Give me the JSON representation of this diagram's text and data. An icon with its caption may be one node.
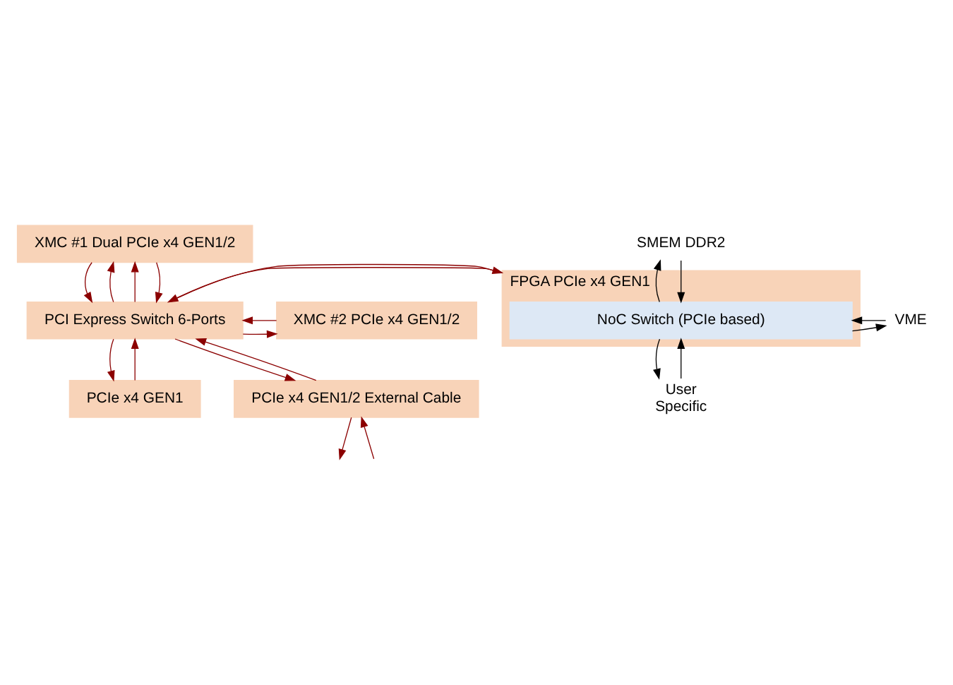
{
  "diagram": {
    "nodes": [
      {
        "text": [
          "XMC #1 Dual PCIe x4 GEN1/2"
        ]
      },
      {
        "text": [
          "XMC #2 PCIe x4 GEN1/2"
        ]
      },
      {
        "text": [
          "PCI Express Switch 6-Ports"
        ]
      },
      {
        "text": [
          "FPGA PCIe x4 GEN1"
        ]
      },
      {
        "text": [
          "NoC Switch (PCIe based)"
        ],
        "in": 3
      },
      {
        "text": [
          "PCIe x4 GEN1"
        ]
      },
      {
        "text": [
          "PCIe x4 GEN1/2 External Cable"
        ]
      },
      {
        "text": [
          "SMEM DDR2"
        ]
      },
      {
        "text": [
          "VME"
        ]
      },
      {
        "text": [
          "User",
          "Specific"
        ]
      }
    ],
    "edges": [
      {
        "from": 2,
        "to": 0,
        "arrow": "to"
      },
      {
        "from": 0,
        "to": 2,
        "arrow": "to"
      },
      {
        "from": 2,
        "to": 0,
        "arrow": "to"
      },
      {
        "from": 0,
        "to": 2,
        "arrow": "to"
      },
      {
        "from": 2,
        "to": 1,
        "arrow": "to"
      },
      {
        "from": 1,
        "to": 2,
        "arrow": "to"
      },
      {
        "from": 3,
        "to": 2,
        "arrow": "to"
      },
      {
        "from": 2,
        "to": 3,
        "arrow": "to"
      },
      {
        "from": 2,
        "to": 5,
        "arrow": "to"
      },
      {
        "from": 5,
        "to": 2,
        "arrow": "to"
      },
      {
        "from": 2,
        "to": 6,
        "arrow": "to"
      },
      {
        "from": 6,
        "to": 2,
        "arrow": "to"
      },
      {
        "from": 6,
        "to": null,
        "arrow": "to"
      },
      {
        "from": null,
        "to": 6,
        "arrow": "to"
      },
      {
        "from": 7,
        "to": 4,
        "arrow": "to",
        "color": "#000000"
      },
      {
        "from": 4,
        "to": 7,
        "arrow": "to",
        "color": "#000000"
      },
      {
        "from": 8,
        "to": 4,
        "arrow": "to",
        "color": "#000000"
      },
      {
        "from": 4,
        "to": 8,
        "arrow": "to",
        "color": "#000000"
      },
      {
        "from": 4,
        "to": 9,
        "arrow": "to",
        "color": "#000000"
      },
      {
        "from": 9,
        "to": 4,
        "arrow": "to",
        "color": "#000000"
      }
    ]
  }
}
